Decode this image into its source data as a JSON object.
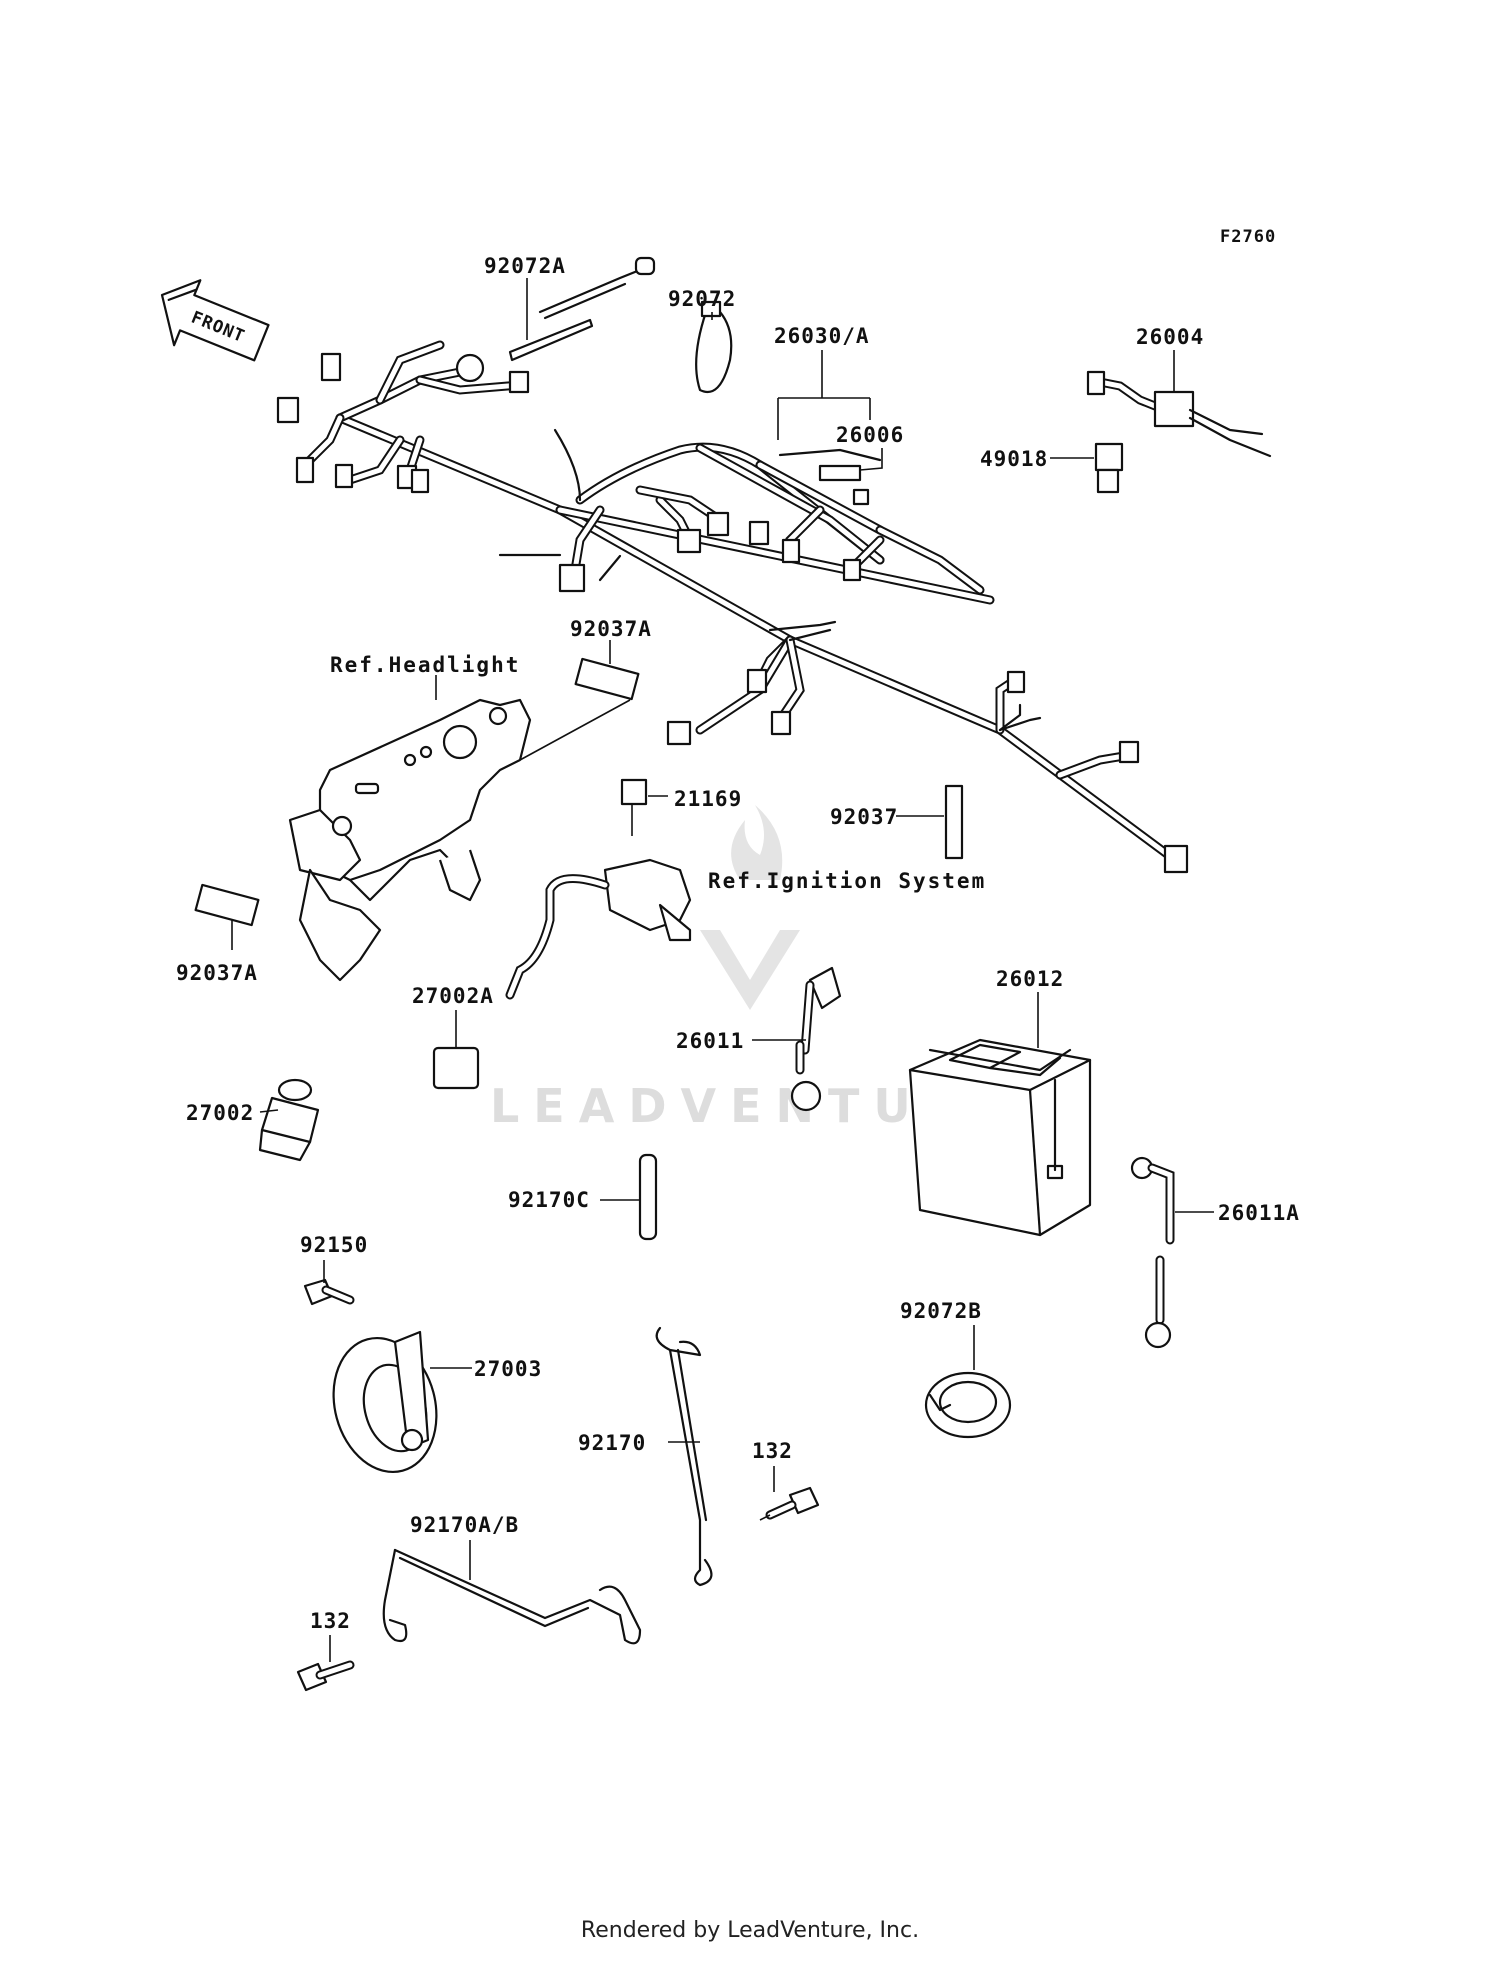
{
  "diagram": {
    "code": "F2760",
    "front_label": "FRONT",
    "parts": {
      "p92072A_top": "92072A",
      "p92072": "92072",
      "p26030A": "26030/A",
      "p26006": "26006",
      "p26004": "26004",
      "p49018": "49018",
      "p92037A_mid": "92037A",
      "p21169": "21169",
      "p92037": "92037",
      "p92037A_left": "92037A",
      "p27002A": "27002A",
      "p26011": "26011",
      "p26012": "26012",
      "p27002": "27002",
      "p92170C": "92170C",
      "p26011A": "26011A",
      "p92150": "92150",
      "p27003": "27003",
      "p92072B": "92072B",
      "p92170": "92170",
      "p132_right": "132",
      "p92170AB": "92170A/B",
      "p132_left": "132"
    },
    "refs": {
      "headlight": "Ref.Headlight",
      "ignition": "Ref.Ignition System"
    },
    "watermark": "LEADVENTURE"
  },
  "footer": "Rendered by LeadVenture, Inc."
}
